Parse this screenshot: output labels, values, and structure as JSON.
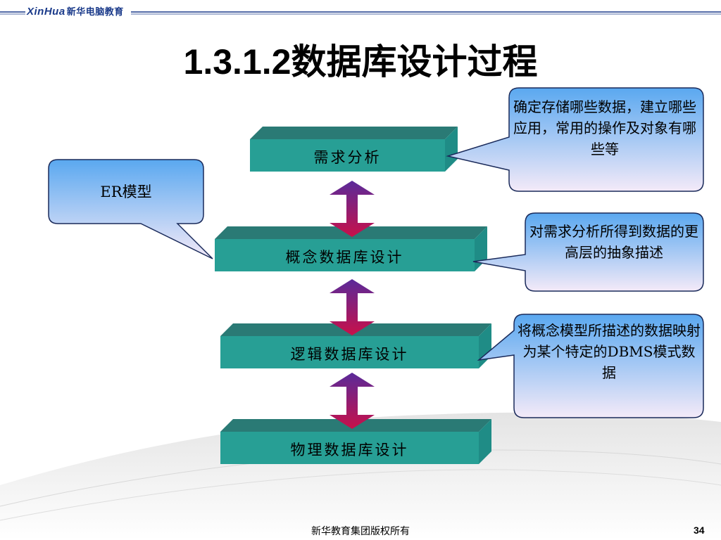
{
  "header": {
    "brand_latin": "XinHua",
    "brand_cn": "新华电脑教育"
  },
  "title": "1.3.1.2数据库设计过程",
  "steps": [
    {
      "label": "需求分析"
    },
    {
      "label": "概念数据库设计"
    },
    {
      "label": "逻辑数据库设计"
    },
    {
      "label": "物理数据库设计"
    }
  ],
  "callouts": {
    "er_model": "ER模型",
    "requirements_note": "确定存储哪些数据，建立哪些应用，常用的操作及对象有哪些等",
    "conceptual_note": "对需求分析所得到数据的更高层的抽象描述",
    "logical_note": "将概念模型所描述的数据映射为某个特定的DBMS模式数据"
  },
  "footer": {
    "copyright": "新华教育集团版权所有",
    "page_number": "34"
  },
  "colors": {
    "header_blue": "#1a3a8a",
    "box_front": "#279f95",
    "box_top": "#2a7a75",
    "box_side": "#1f8c86",
    "arrow_top": "#5a2a9a",
    "arrow_bottom": "#c8104a",
    "callout_top": "#5aa8f0",
    "callout_bottom": "#f4eaf8"
  }
}
